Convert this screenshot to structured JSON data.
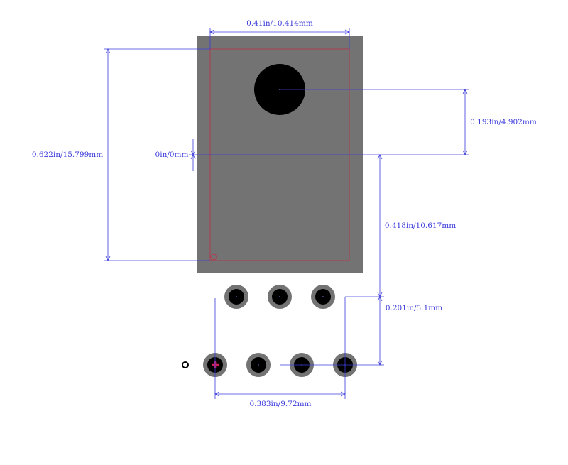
{
  "colors": {
    "background": "#ffffff",
    "body": "#737373",
    "outline": "#c0304a",
    "dimension": "#3b3bdc",
    "hole": "#000000",
    "pad_ring": "#737373",
    "pin1_marker": "#d0205a"
  },
  "dimensions": {
    "body_width": "0.41in/10.414mm",
    "body_height": "0.622in/15.799mm",
    "zero_offset": "0in/0mm",
    "hole_offset": "0.193in/4.902mm",
    "body_to_pins": "0.418in/10.617mm",
    "row_spacing": "0.201in/5.1mm",
    "pin_span": "0.383in/9.72mm"
  },
  "pins": {
    "top_row_count": 3,
    "bottom_row_count": 4,
    "pin1_marker": "plus-icon"
  }
}
